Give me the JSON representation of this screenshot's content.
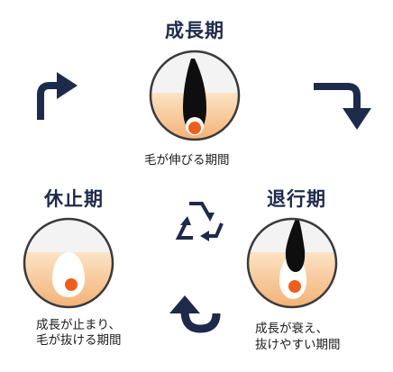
{
  "phases": [
    {
      "title": "成長期",
      "caption": "毛が伸びる期間"
    },
    {
      "title": "退行期",
      "caption": [
        "成長が衰え、",
        "抜けやすい期間"
      ]
    },
    {
      "title": "休止期",
      "caption": [
        "成長が止まり、",
        "毛が抜ける期間"
      ]
    }
  ],
  "icons": {
    "cycle_arrows": "curved-arrow-icon",
    "center": "recycle-icon"
  },
  "colors": {
    "navy": "#1e2a4a",
    "skin_top": "#fbe0c0",
    "skin_bottom": "#f1a866",
    "hair_bulb": "#ef5f1c",
    "hair": "#0e0e0e",
    "circle_border": "#3a3a3a",
    "circle_fill": "#f3f3f3"
  }
}
